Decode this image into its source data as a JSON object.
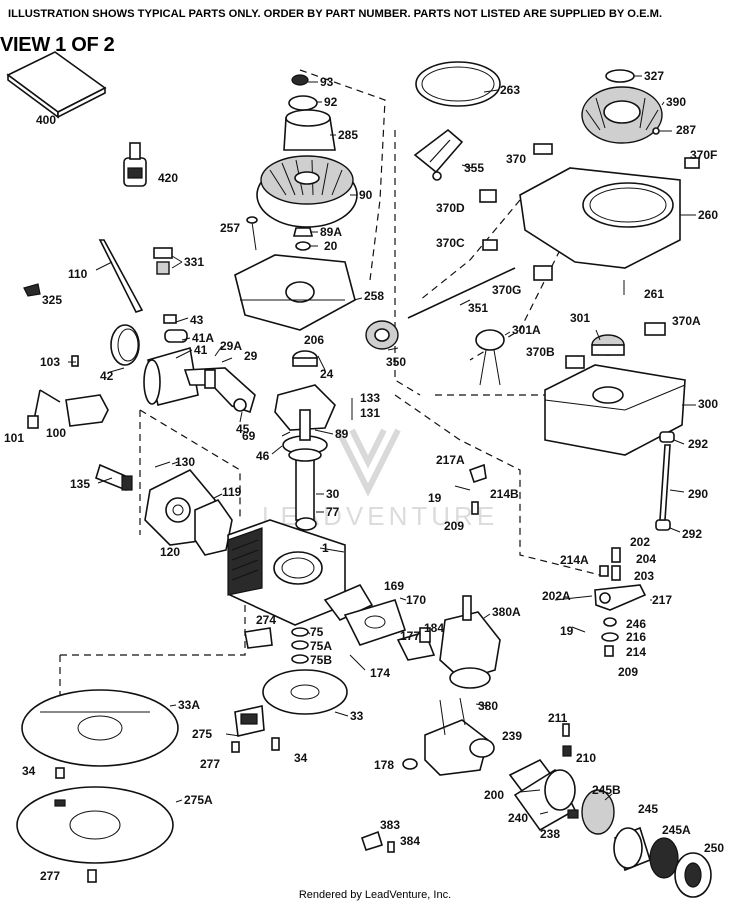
{
  "header": {
    "notice": "ILLUSTRATION SHOWS TYPICAL PARTS ONLY.  ORDER BY PART NUMBER.  PARTS NOT LISTED ARE SUPPLIED BY O.E.M.",
    "view": "VIEW 1 OF 2"
  },
  "footer": {
    "credit": "Rendered by LeadVenture, Inc."
  },
  "watermark": {
    "text": "LEADVENTURE"
  },
  "parts": {
    "p400": "400",
    "p420": "420",
    "p93": "93",
    "p92": "92",
    "p285": "285",
    "p90": "90",
    "p89A": "89A",
    "p20": "20",
    "p257": "257",
    "p331": "331",
    "p110": "110",
    "p325": "325",
    "p258": "258",
    "p206": "206",
    "p24": "24",
    "p43": "43",
    "p41A": "41A",
    "p41": "41",
    "p29A": "29A",
    "p29": "29",
    "p42": "42",
    "p103": "103",
    "p100": "100",
    "p101": "101",
    "p45": "45",
    "p69": "69",
    "p133": "133",
    "p131": "131",
    "p89": "89",
    "p46": "46",
    "p130": "130",
    "p135": "135",
    "p119": "119",
    "p120": "120",
    "p30": "30",
    "p77": "77",
    "p1": "1",
    "p274": "274",
    "p75": "75",
    "p75A": "75A",
    "p75B": "75B",
    "p33A": "33A",
    "p275": "275",
    "p277a": "277",
    "p34a": "34",
    "p34b": "34",
    "p33": "33",
    "p275A": "275A",
    "p277b": "277",
    "p263": "263",
    "p327": "327",
    "p390": "390",
    "p287": "287",
    "p355": "355",
    "p370": "370",
    "p370F": "370F",
    "p370D": "370D",
    "p260": "260",
    "p370C": "370C",
    "p370G": "370G",
    "p261": "261",
    "p351": "351",
    "p301A": "301A",
    "p301": "301",
    "p370A": "370A",
    "p350": "350",
    "p370B": "370B",
    "p300": "300",
    "p292a": "292",
    "p217A": "217A",
    "p19a": "19",
    "p214B": "214B",
    "p209a": "209",
    "p290": "290",
    "p292b": "292",
    "p202": "202",
    "p214A": "214A",
    "p204": "204",
    "p203": "203",
    "p202A": "202A",
    "p217": "217",
    "p169": "169",
    "p170": "170",
    "p380A": "380A",
    "p177": "177",
    "p184": "184",
    "p174": "174",
    "p19b": "19",
    "p246": "246",
    "p216": "216",
    "p214": "214",
    "p209b": "209",
    "p380": "380",
    "p211": "211",
    "p239": "239",
    "p210": "210",
    "p178": "178",
    "p200": "200",
    "p245B": "245B",
    "p245": "245",
    "p240": "240",
    "p238": "238",
    "p245A": "245A",
    "p250": "250",
    "p383": "383",
    "p384": "384"
  }
}
